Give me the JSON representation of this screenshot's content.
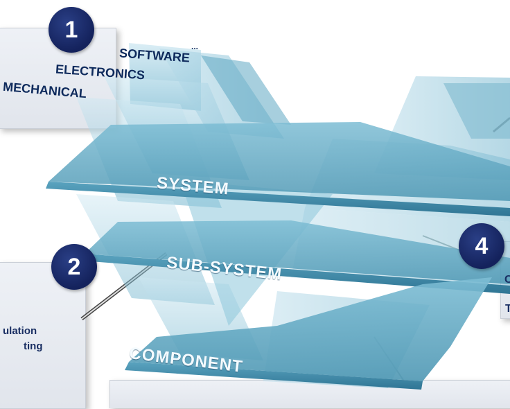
{
  "badges": {
    "b1": "1",
    "b2": "2",
    "b4": "4"
  },
  "domains": {
    "software": "SOFTWARE",
    "electronics": "ELECTRONICS",
    "mechanical": "MECHANICAL",
    "more": "..."
  },
  "levels": {
    "system": "SYSTEM",
    "subsystem": "SUB-SYSTEM",
    "component": "COMPONENT"
  },
  "panel2": {
    "line1": "ulation",
    "line2": "ting"
  },
  "panel4": {
    "line1": "C",
    "line2": "T"
  },
  "colors": {
    "badge": "#14225c",
    "plane": "#5fa9c4",
    "glass": "#a8d4e6",
    "text_dark": "#1a2f63"
  }
}
